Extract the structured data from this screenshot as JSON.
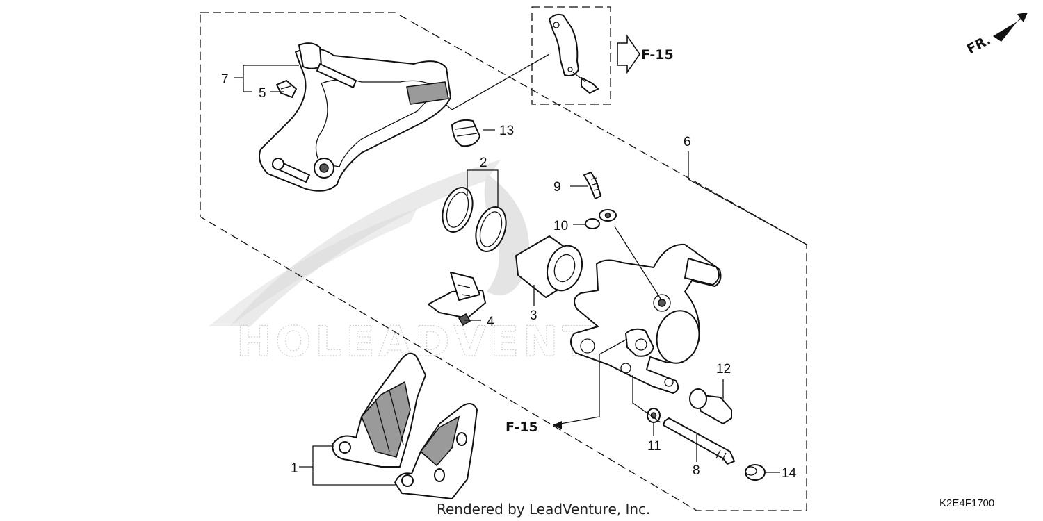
{
  "diagram": {
    "orientation_label": "FR.",
    "ref_label_top": "F-15",
    "ref_label_bottom": "F-15",
    "credit": "Rendered by LeadVenture, Inc.",
    "code": "K2E4F1700",
    "watermark": "HOLEADVENTURE",
    "callouts": {
      "c1": "1",
      "c2": "2",
      "c3": "3",
      "c4": "4",
      "c5": "5",
      "c6": "6",
      "c7": "7",
      "c8": "8",
      "c9": "9",
      "c10": "10",
      "c11": "11",
      "c12": "12",
      "c13": "13",
      "c14": "14"
    }
  }
}
